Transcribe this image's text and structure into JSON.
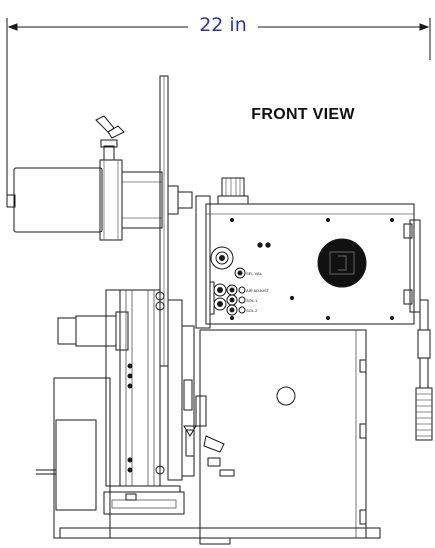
{
  "dimension": {
    "label": "22 in",
    "color": "#2a2fd6"
  },
  "view_title": "FRONT VIEW",
  "panel_labels": {
    "top": "SEL.VAL",
    "air": "AIR ADJUST",
    "sol1": "SOL.1",
    "sol2": "SOL.2"
  },
  "line_color": "#1a1a1a"
}
